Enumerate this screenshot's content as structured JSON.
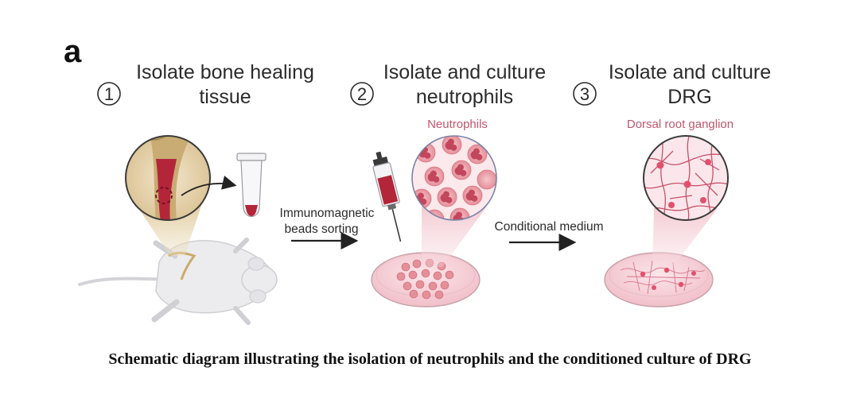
{
  "panel_letter": "a",
  "steps": [
    {
      "number": "1",
      "title_line1": "Isolate bone healing",
      "title_line2": "tissue"
    },
    {
      "number": "2",
      "title_line1": "Isolate and culture",
      "title_line2": "neutrophils",
      "sublabel": "Neutrophils"
    },
    {
      "number": "3",
      "title_line1": "Isolate and culture",
      "title_line2": "DRG",
      "sublabel": "Dorsal root ganglion"
    }
  ],
  "arrows": [
    {
      "label_line1": "Immunomagnetic",
      "label_line2": "beads sorting"
    },
    {
      "label_line1": "Conditional medium"
    }
  ],
  "caption": "Schematic diagram illustrating the isolation of neutrophils and the conditioned culture of DRG",
  "colors": {
    "blood_red": "#b3263a",
    "neutrophil_pink": "#e99aa2",
    "dish_pink": "#f6cfd6",
    "drg_network": "#d25d75",
    "mouse_gray": "#e8e8ea"
  }
}
